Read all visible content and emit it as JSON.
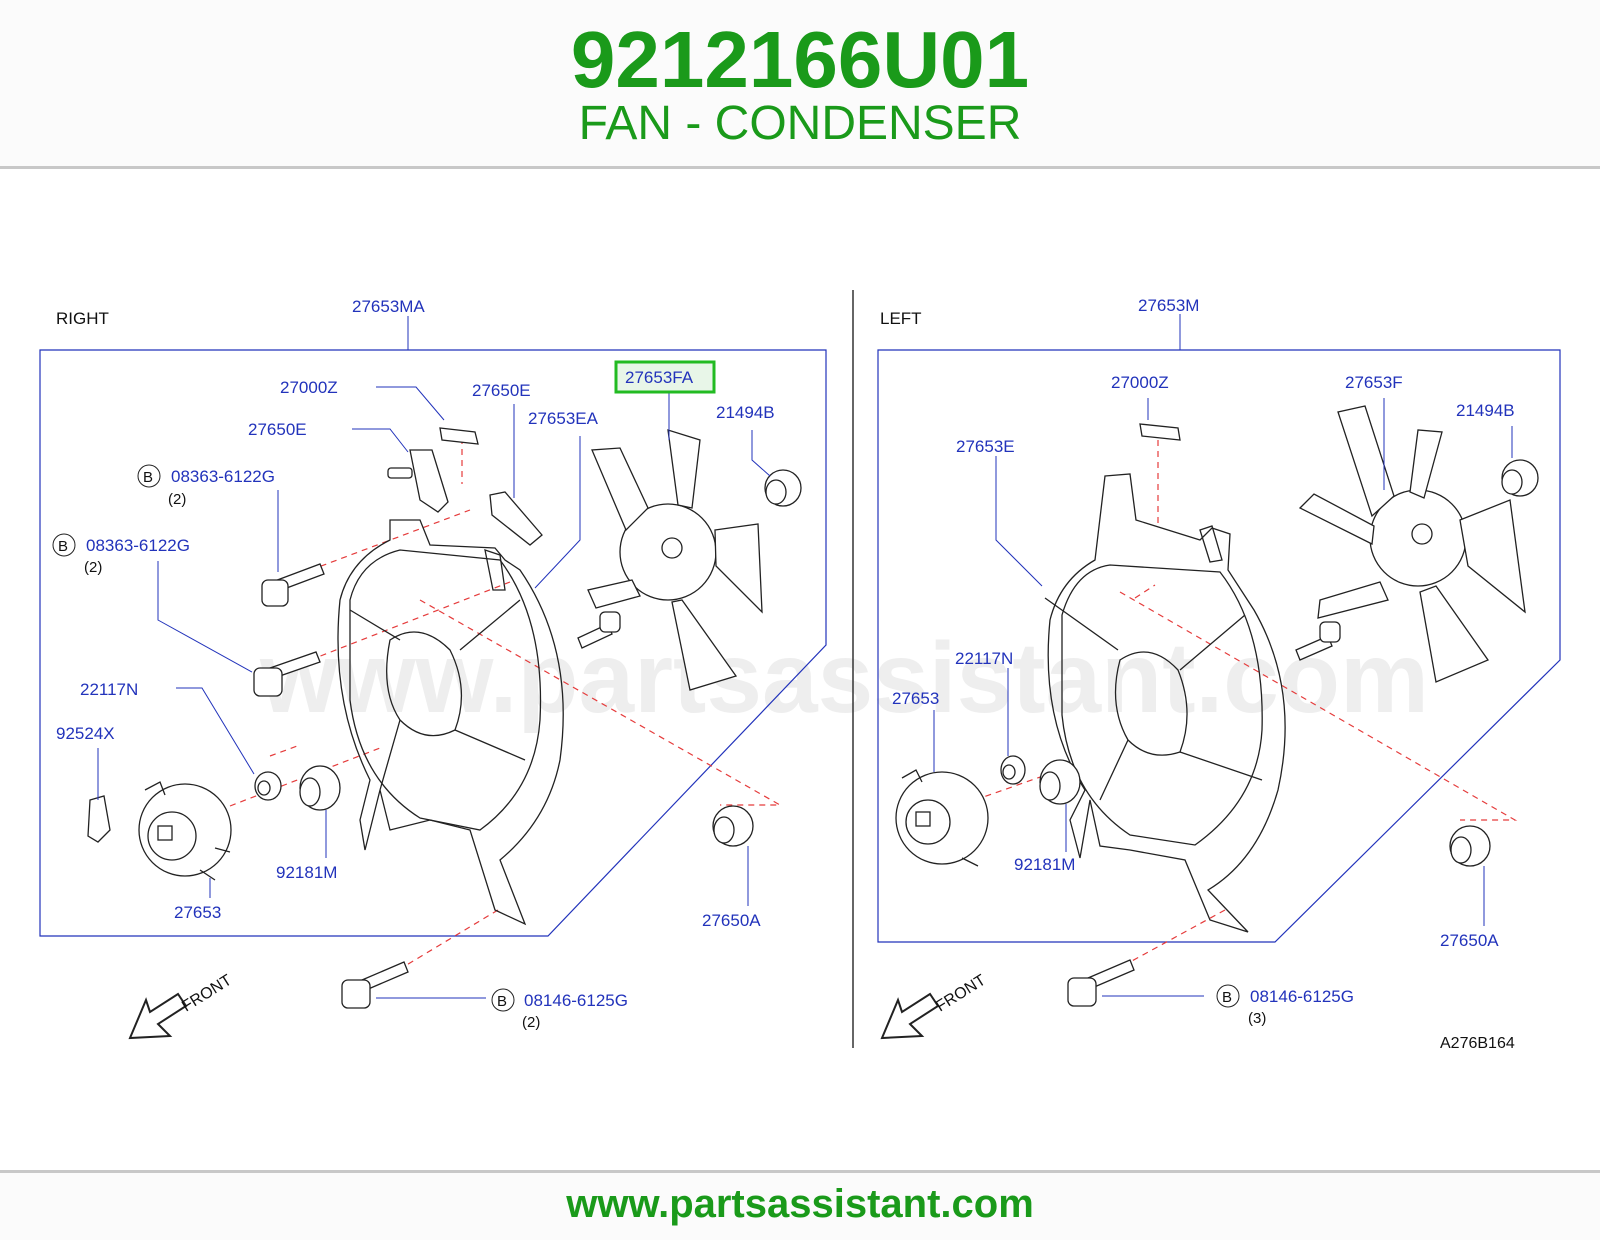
{
  "header": {
    "part_number": "9212166U01",
    "part_name": "FAN - CONDENSER"
  },
  "footer": {
    "url": "www.partsassistant.com"
  },
  "watermark": "www.partsassistant.com",
  "diagram": {
    "code": "A276B164",
    "highlight_color": "#22bb22",
    "label_color": "#2233bb",
    "right": {
      "title": "RIGHT",
      "front": "FRONT",
      "labels": {
        "shroud_assy": "27653MA",
        "label_plate": "27000Z",
        "bracket_a": "27650E",
        "bracket_b": "27650E",
        "shroud": "27653EA",
        "fan": "27653FA",
        "grommet": "21494B",
        "bolt_a": "08363-6122G",
        "bolt_a_qty": "(2)",
        "bolt_b": "08363-6122G",
        "bolt_b_qty": "(2)",
        "washer": "22117N",
        "clip": "92524X",
        "motor": "27653",
        "bushing": "92181M",
        "insulator": "27650A",
        "bolt_c": "08146-6125G",
        "bolt_c_qty": "(2)",
        "b_mark": "B"
      }
    },
    "left": {
      "title": "LEFT",
      "front": "FRONT",
      "labels": {
        "shroud_assy": "27653M",
        "label_plate": "27000Z",
        "fan": "27653F",
        "grommet": "21494B",
        "shroud": "27653E",
        "washer": "22117N",
        "motor": "27653",
        "bushing": "92181M",
        "insulator": "27650A",
        "bolt_c": "08146-6125G",
        "bolt_c_qty": "(3)",
        "b_mark": "B"
      }
    }
  }
}
